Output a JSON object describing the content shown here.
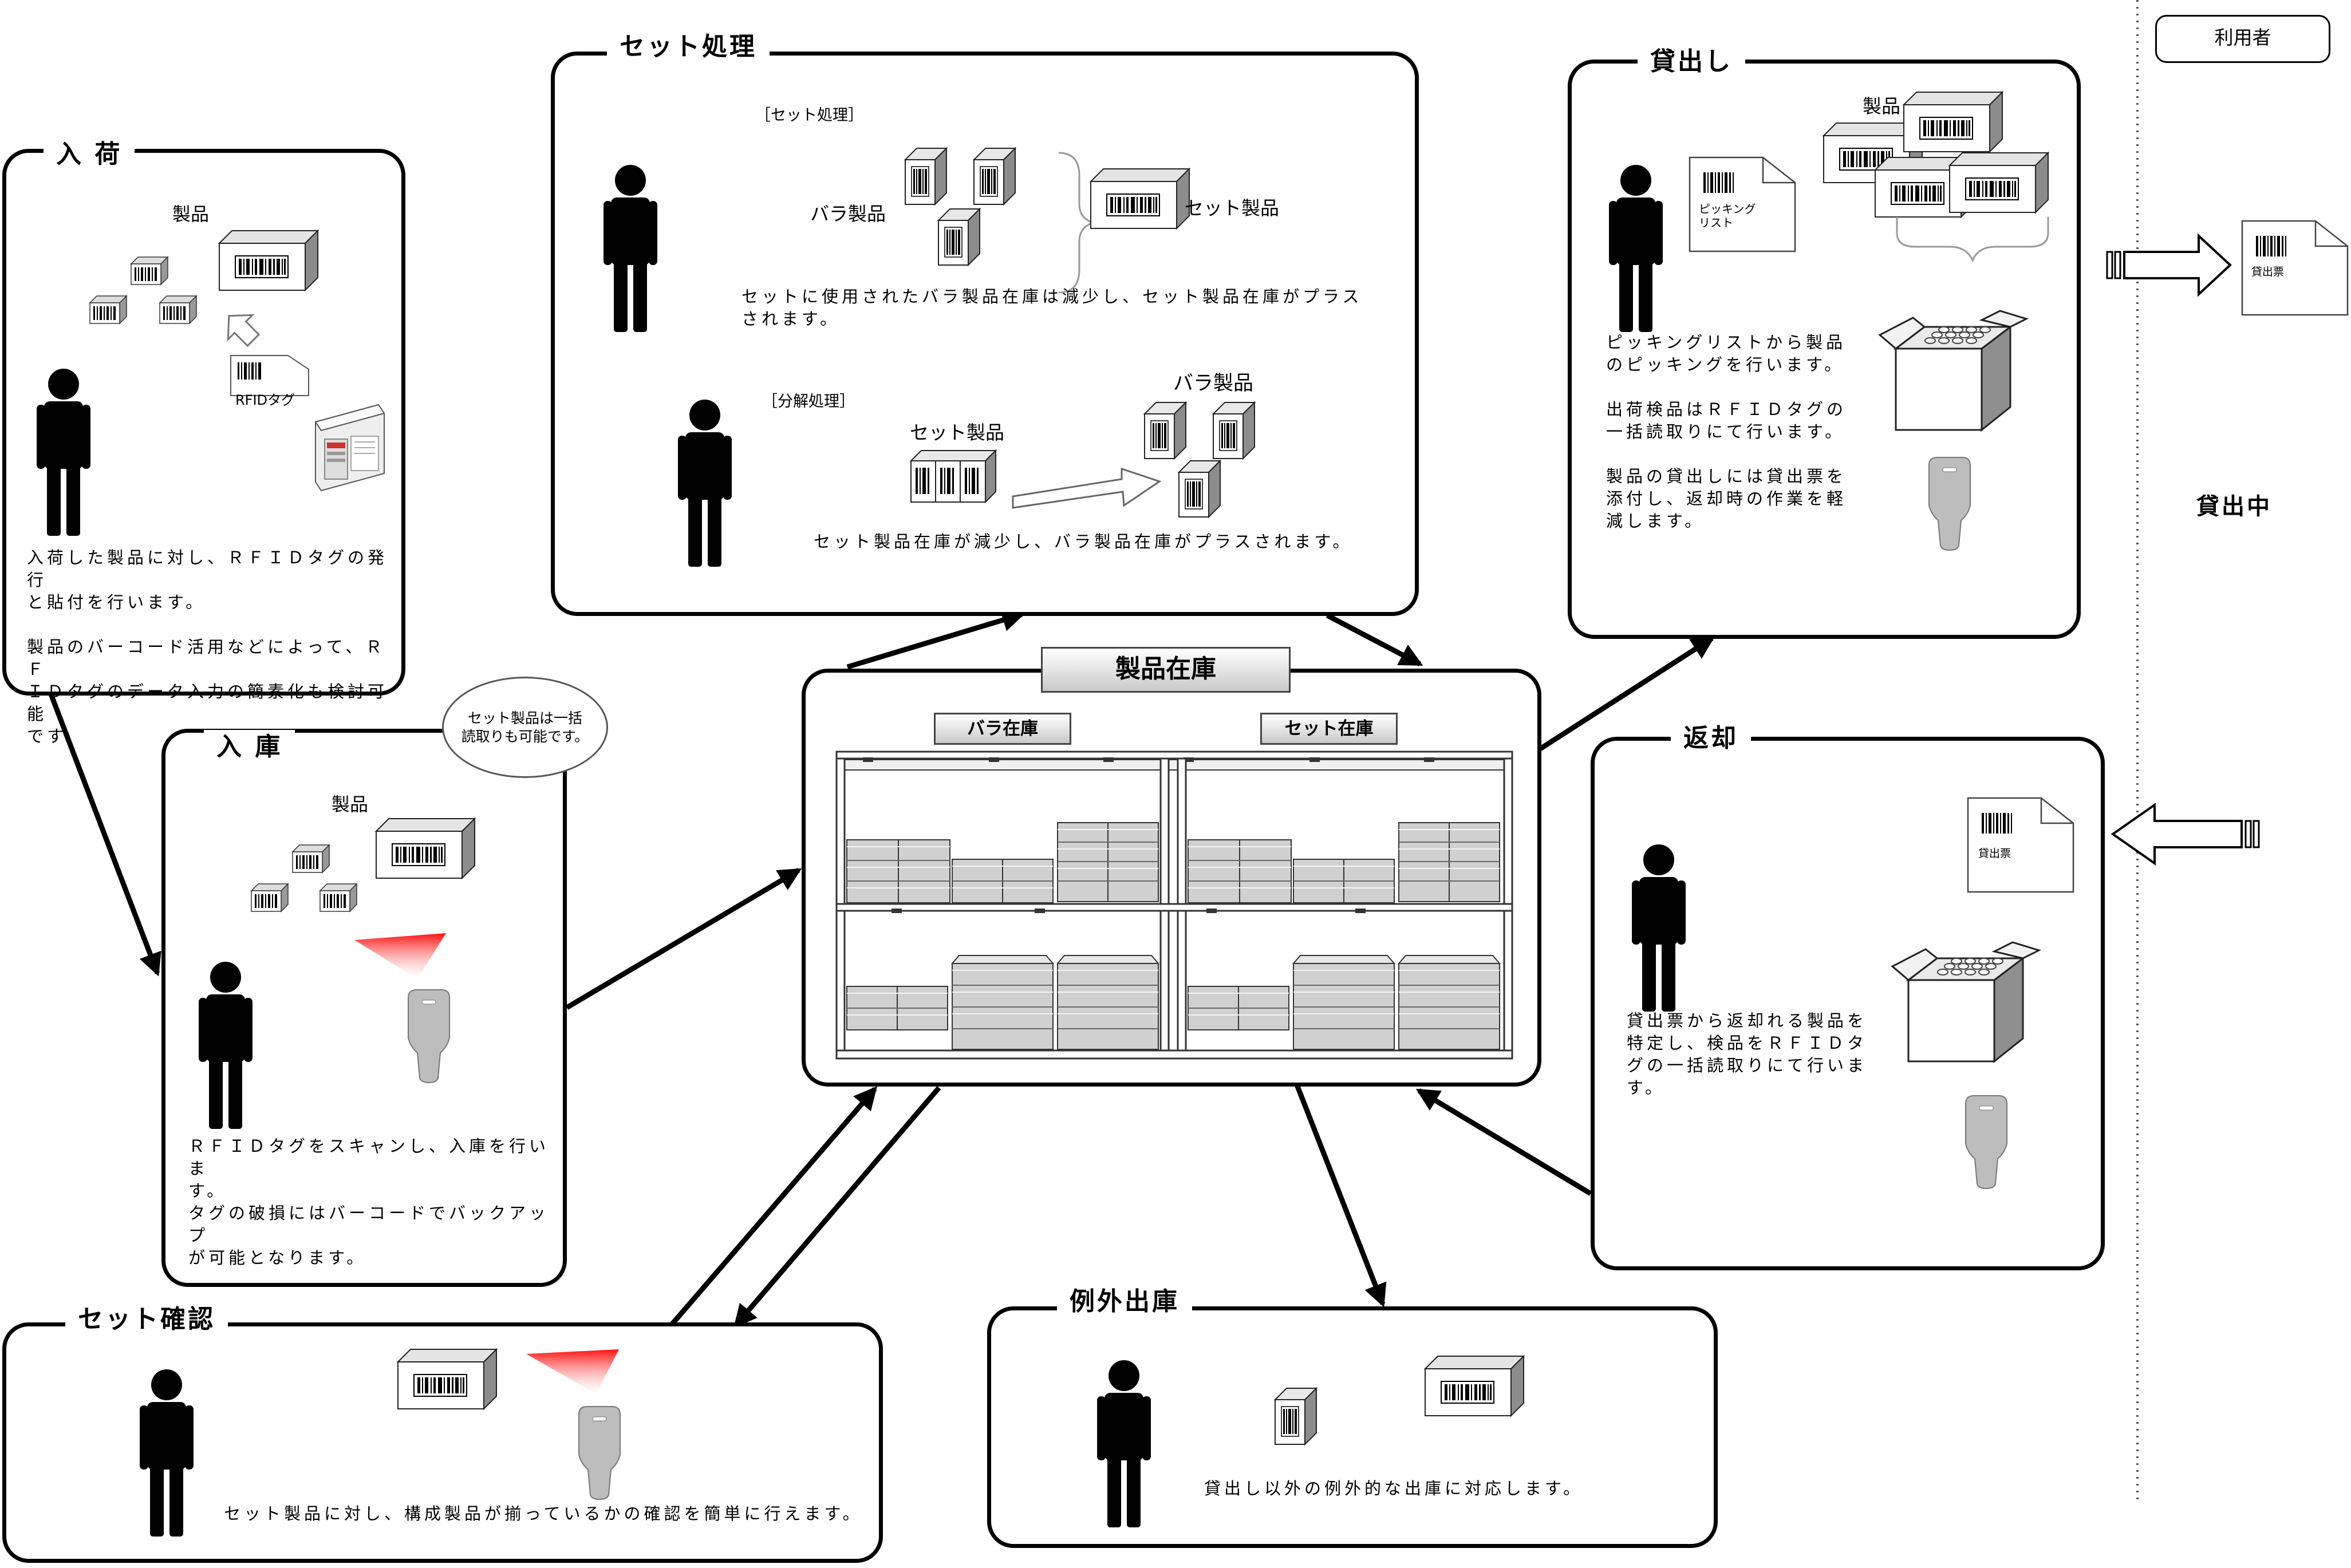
{
  "panels": {
    "nyuuka": {
      "title": "入 荷",
      "product": "製品",
      "rfid_tag": "RFIDタグ",
      "text": "入荷した製品に対し、ＲＦＩＤタグの発行\nと貼付を行います。\n\n製品のバーコード活用などによって、ＲＦ\nＩＤタグのデータ入力の簡素化も検討可能\nです。"
    },
    "nyuuko": {
      "title": "入 庫",
      "product": "製品",
      "balloon": "セット製品は一括\n読取りも可能です。",
      "text": "ＲＦＩＤタグをスキャンし、入庫を行いま\nす。\nタグの破損にはバーコードでバックアップ\nが可能となります。"
    },
    "set_shori": {
      "title": "セット処理",
      "sub_set": "［セット処理］",
      "bara": "バラ製品",
      "set_product": "セット製品",
      "text_set": "セットに使用されたバラ製品在庫は減少し、セット製品在庫がプラス\nされます。",
      "sub_bunkai": "［分解処理］",
      "set_product2": "セット製品",
      "bara2": "バラ製品",
      "text_bunkai": "セット製品在庫が減少し、バラ製品在庫がプラスされます。"
    },
    "kashidashi": {
      "title": "貸出し",
      "product": "製品",
      "picking_list": "ピッキング\nリスト",
      "text": "ピッキングリストから製品\nのピッキングを行います。\n\n出荷検品はＲＦＩＤタグの\n一括読取りにて行います。\n\n製品の貸出しには貸出票を\n添付し、返却時の作業を軽\n減します。"
    },
    "henkyaku": {
      "title": "返却",
      "slip": "貸出票",
      "text": "貸出票から返却れる製品を\n特定し、検品をＲＦＩＤタ\nグの一括読取りにて行いま\nす。"
    },
    "set_kakunin": {
      "title": "セット確認",
      "text": "セット製品に対し、構成製品が揃っているかの確認を簡単に行えます。"
    },
    "reigai": {
      "title": "例外出庫",
      "text": "貸出し以外の例外的な出庫に対応します。"
    },
    "inventory": {
      "title": "製品在庫",
      "bara_stock": "バラ在庫",
      "set_stock": "セット在庫"
    }
  },
  "user": {
    "label": "利用者",
    "slip": "貸出票",
    "status": "貸出中"
  }
}
